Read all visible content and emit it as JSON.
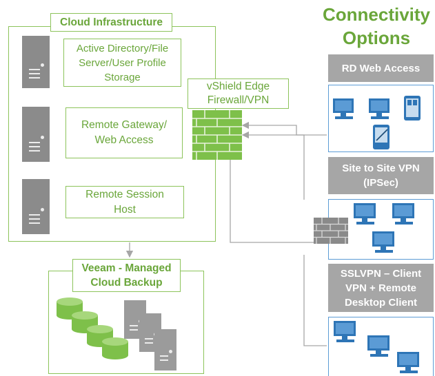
{
  "title": [
    "Connectivity",
    "Options"
  ],
  "cloud": {
    "label": "Cloud Infrastructure",
    "servers": [
      {
        "label": "Active Directory/File Server/User Profile Storage"
      },
      {
        "label": "Remote Gateway/ Web Access"
      },
      {
        "label": "Remote Session Host"
      }
    ]
  },
  "firewall": {
    "label": "vShield Edge Firewall/VPN"
  },
  "backup": {
    "label": "Veeam - Managed Cloud Backup"
  },
  "options": [
    {
      "label": "RD Web Access"
    },
    {
      "label": "Site to Site VPN (IPSec)"
    },
    {
      "label": "SSLVPN – Client VPN + Remote Desktop Client"
    }
  ],
  "colors": {
    "green": "#6aa63a",
    "green_border": "#8cc35a",
    "gray": "#a6a6a6",
    "blue": "#5b9bd5",
    "server": "#8b8b8b"
  }
}
